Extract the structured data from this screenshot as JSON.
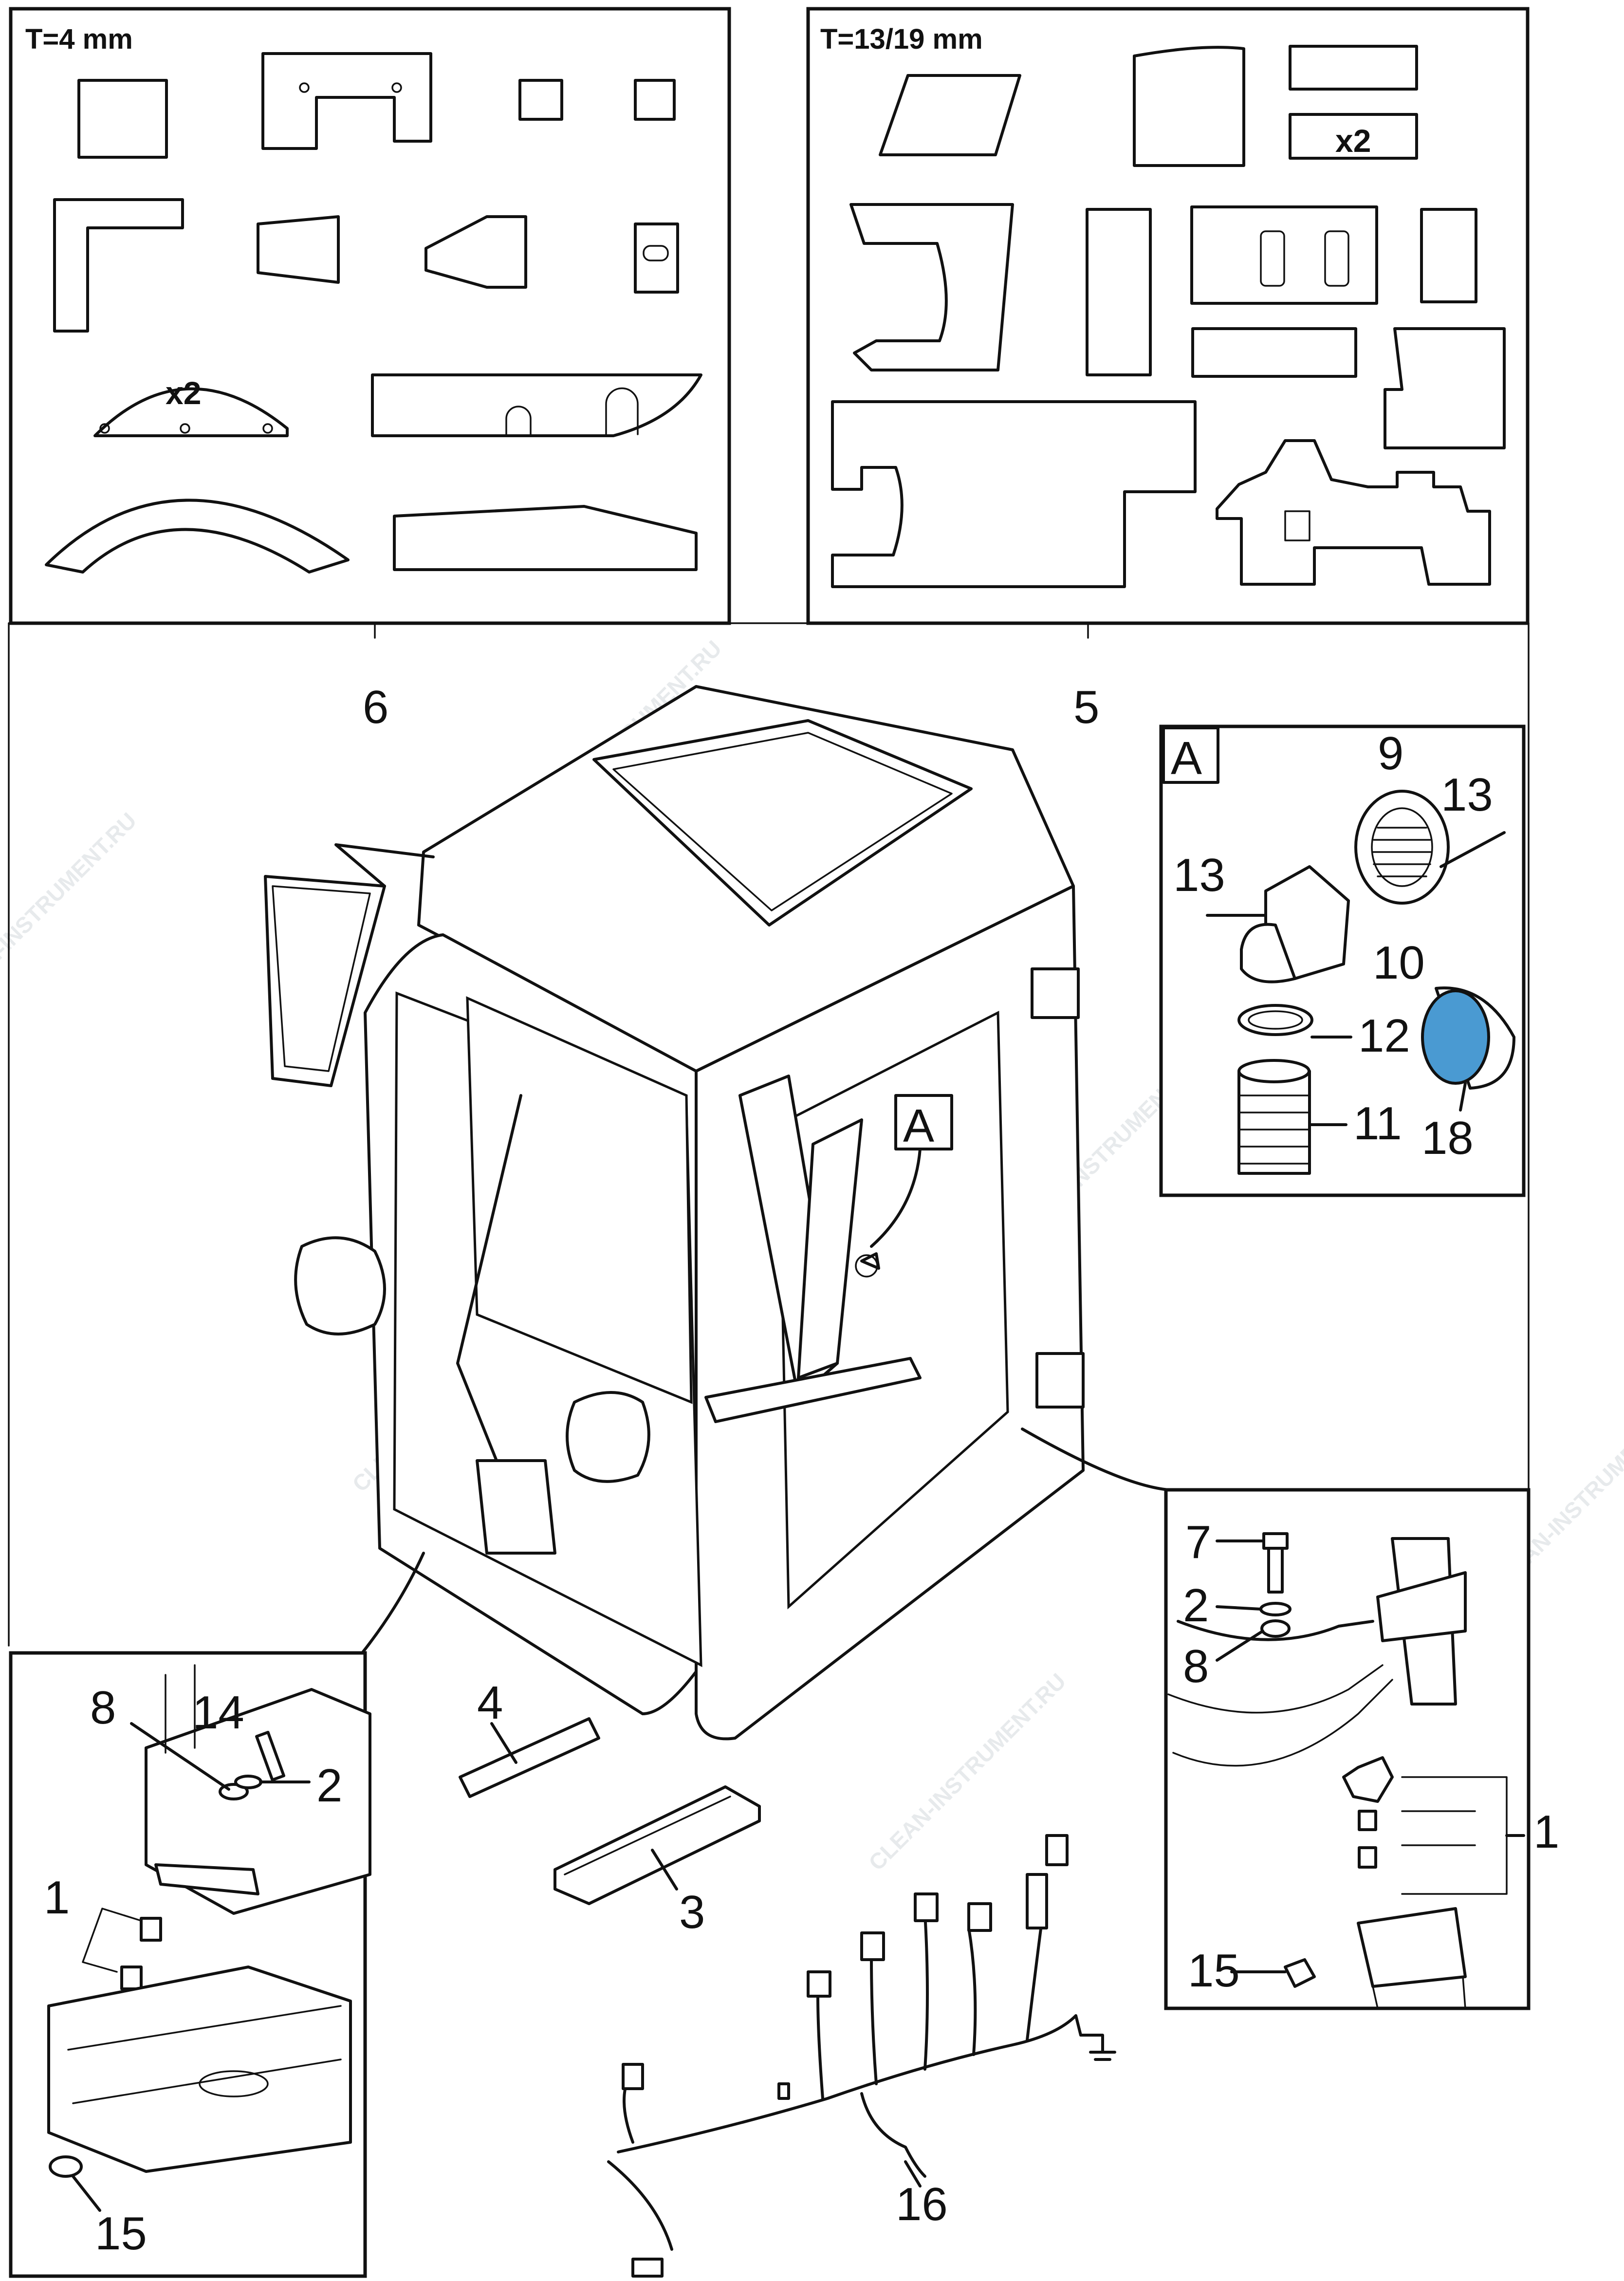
{
  "watermark": "CLEAN-INSTRUMENT.RU",
  "panel_left": {
    "thickness": "T=4 mm",
    "quantity": "x2",
    "callout": "6"
  },
  "panel_right": {
    "thickness": "T=13/19 mm",
    "quantity": "x2",
    "callout": "5"
  },
  "detail_a": {
    "label": "A",
    "callouts": {
      "grille": "9",
      "screw_top": "13",
      "screw_left": "13",
      "elbow": "10",
      "clamp": "12",
      "hose": "11",
      "filter": "18"
    },
    "filter_color": "#4a9ad2"
  },
  "cab": {
    "detail_marker": "A"
  },
  "detail_right": {
    "callouts": {
      "bolt": "7",
      "washer": "2",
      "washer_2": "8",
      "kit": "1",
      "nut": "15"
    }
  },
  "detail_left": {
    "callouts": {
      "washer": "8",
      "bolt": "14",
      "washer_2": "2",
      "kit": "1",
      "nut": "15"
    }
  },
  "seals": {
    "rod": "4",
    "profile": "3"
  },
  "harness": {
    "callout": "16"
  }
}
